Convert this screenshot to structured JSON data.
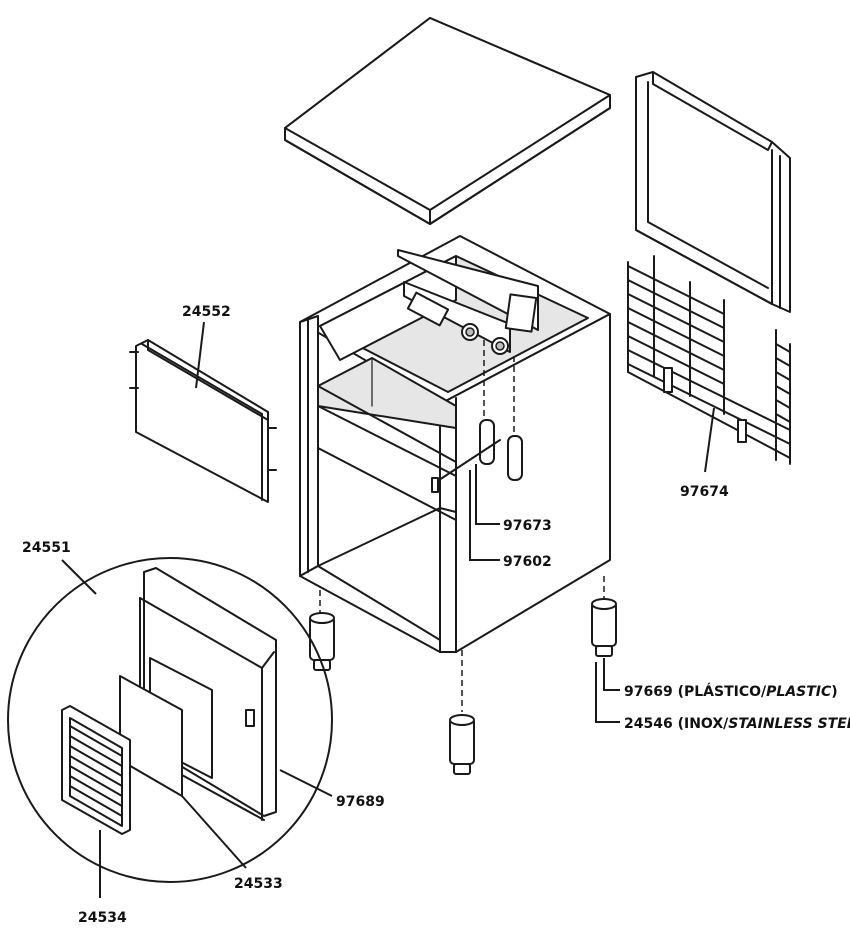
{
  "labels": {
    "p24552": "24552",
    "p24551": "24551",
    "p97674": "97674",
    "p97673": "97673",
    "p97602": "97602",
    "p97669_code": "97669",
    "p97669_plain": "(PLÁSTICO/",
    "p97669_italic": "PLASTIC",
    "p97669_close": ")",
    "p24546_code": "24546",
    "p24546_plain": "(INOX/",
    "p24546_italic": "STAINLESS STEEL",
    "p24546_close": ")",
    "p97689": "97689",
    "p24533": "24533",
    "p24534": "24534"
  }
}
